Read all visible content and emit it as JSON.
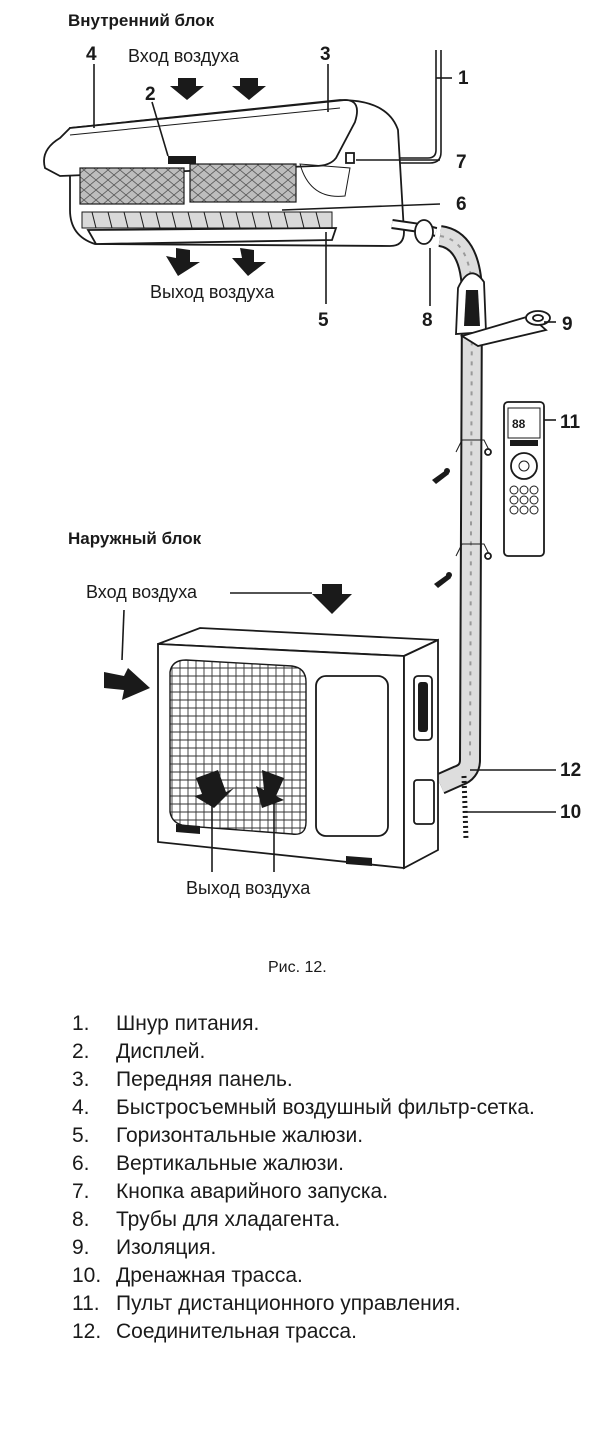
{
  "headings": {
    "indoor": "Внутренний блок",
    "outdoor": "Наружный блок"
  },
  "labels": {
    "air_in_indoor": "Вход воздуха",
    "air_out_indoor": "Выход воздуха",
    "air_in_outdoor": "Вход воздуха",
    "air_out_outdoor": "Выход воздуха"
  },
  "callouts": {
    "n1": "1",
    "n2": "2",
    "n3": "3",
    "n4": "4",
    "n5": "5",
    "n6": "6",
    "n7": "7",
    "n8": "8",
    "n9": "9",
    "n10": "10",
    "n11": "11",
    "n12": "12"
  },
  "remote_display": "88",
  "caption": "Рис. 12.",
  "legend": [
    {
      "num": "1.",
      "text": "Шнур питания."
    },
    {
      "num": "2.",
      "text": "Дисплей."
    },
    {
      "num": "3.",
      "text": "Передняя панель."
    },
    {
      "num": "4.",
      "text": "Быстросъемный воздушный фильтр-сетка."
    },
    {
      "num": "5.",
      "text": "Горизонтальные жалюзи."
    },
    {
      "num": "6.",
      "text": "Вертикальные жалюзи."
    },
    {
      "num": "7.",
      "text": "Кнопка аварийного запуска."
    },
    {
      "num": "8.",
      "text": "Трубы для хладагента."
    },
    {
      "num": "9.",
      "text": "Изоляция."
    },
    {
      "num": "10.",
      "text": "Дренажная трасса."
    },
    {
      "num": "11.",
      "text": "Пульт дистанционного управления."
    },
    {
      "num": "12.",
      "text": "Соединительная трасса."
    }
  ]
}
